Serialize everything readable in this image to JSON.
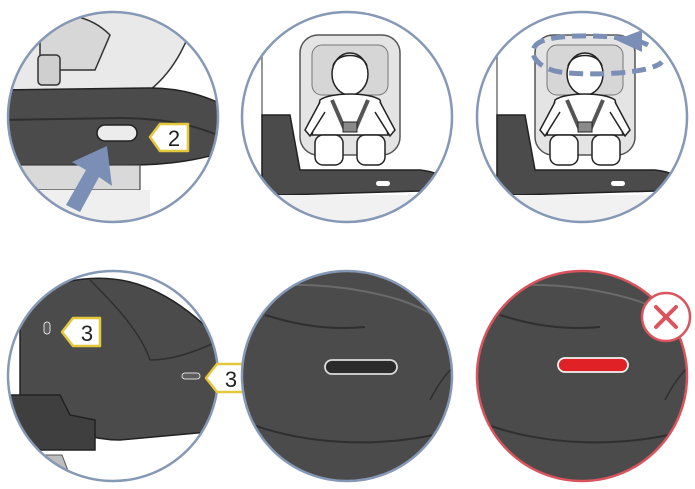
{
  "colors": {
    "ring_blue": "#8598b6",
    "ring_red": "#d9545c",
    "arrow_blue": "#7b8fb6",
    "callout_yellow": "#e3c83b",
    "base_dark": "#4b4b4c",
    "seat_light": "#e7e7e7",
    "indicator_red": "#e02227",
    "indicator_dark": "#2b2b2b"
  },
  "panels": [
    {
      "name": "step-press-release-button",
      "ring": "blue"
    },
    {
      "name": "step-seat-child",
      "ring": "blue"
    },
    {
      "name": "step-rotate-seat",
      "ring": "blue"
    },
    {
      "name": "step-check-indicators",
      "ring": "blue"
    },
    {
      "name": "step-indicator-ok",
      "ring": "blue"
    },
    {
      "name": "step-indicator-not-ok",
      "ring": "red"
    }
  ],
  "callouts": {
    "release_button": "2",
    "indicator_side": "3",
    "indicator_front": "3"
  },
  "icons": {
    "push-arrow": "arrow-icon",
    "rotate-arrow": "rotate-arrow-icon",
    "wrong": "cross-icon"
  }
}
